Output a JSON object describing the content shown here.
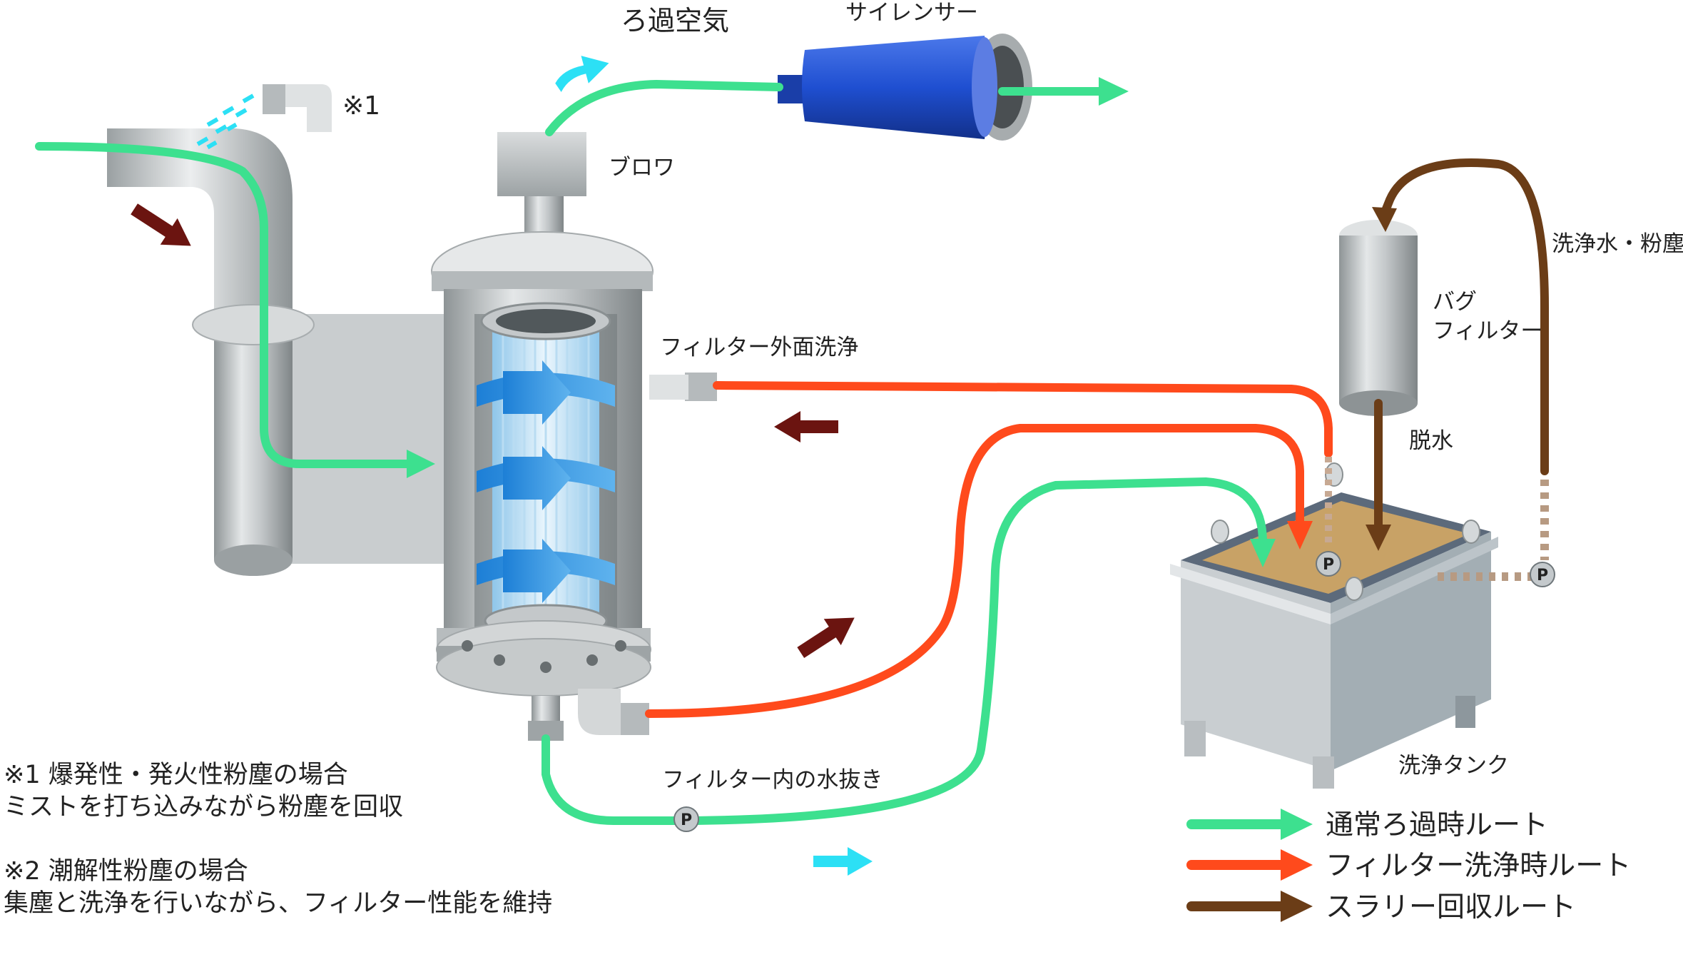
{
  "labels": {
    "filtered_air": "ろ過空気",
    "silencer": "サイレンサー",
    "note_mark_1": "※1",
    "blower": "ブロワ",
    "filter_external_wash": "フィルター外面洗浄",
    "bag_filter_line1": "バグ",
    "bag_filter_line2": "フィルター",
    "wash_water_dust": "洗浄水・粉塵",
    "dewatering": "脱水",
    "filter_drain": "フィルター内の水抜き",
    "wash_tank": "洗浄タンク",
    "pump": "P"
  },
  "notes": [
    "※1 爆発性・発火性粉塵の場合",
    "ミストを打ち込みながら粉塵を回収",
    "※2 潮解性粉塵の場合",
    "集塵と洗浄を行いながら、フィルター性能を維持"
  ],
  "legend": [
    {
      "label": "通常ろ過時ルート",
      "color": "#3de08f"
    },
    {
      "label": "フィルター洗浄時ルート",
      "color": "#ff4a1c"
    },
    {
      "label": "スラリー回収ルート",
      "color": "#6b3d17"
    }
  ],
  "colors": {
    "normal_route": "#3de08f",
    "wash_route": "#ff4a1c",
    "slurry_route": "#6b3d17",
    "airflow_arrow": "#6b1410",
    "mist": "#2ce0f5",
    "silencer_body": "#1f4fd1",
    "slurry": "#c8a266"
  }
}
